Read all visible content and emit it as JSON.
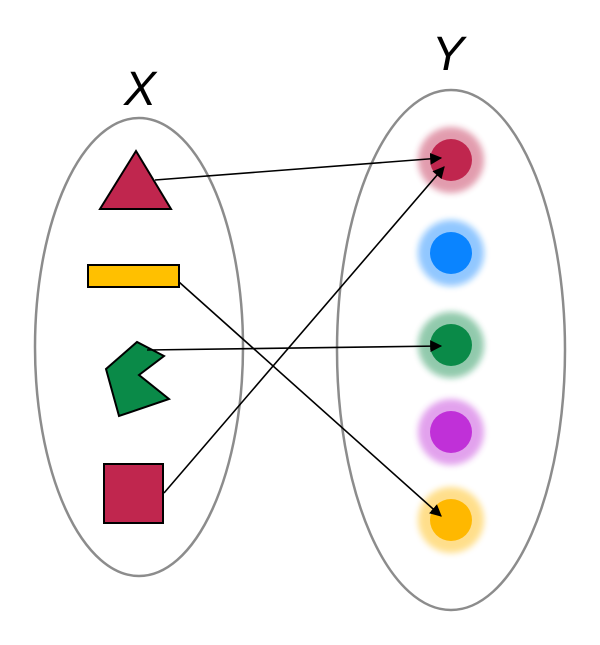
{
  "sets": {
    "domain_label": "X",
    "codomain_label": "Y"
  },
  "colors": {
    "crimson": "#c0264e",
    "yellow": "#ffc000",
    "green": "#0a8a48",
    "blue": "#0a84ff",
    "purple": "#c030d8",
    "gold": "#ffb800",
    "outline": "#8c8c8c",
    "arrow": "#000000"
  },
  "domain": [
    {
      "id": "triangle",
      "shape": "triangle",
      "color": "crimson"
    },
    {
      "id": "rectangle",
      "shape": "rectangle",
      "color": "yellow"
    },
    {
      "id": "pacman",
      "shape": "pacman-polygon",
      "color": "green"
    },
    {
      "id": "square",
      "shape": "square",
      "color": "crimson"
    }
  ],
  "codomain": [
    {
      "id": "crimson-dot",
      "color": "crimson"
    },
    {
      "id": "blue-dot",
      "color": "blue"
    },
    {
      "id": "green-dot",
      "color": "green"
    },
    {
      "id": "purple-dot",
      "color": "purple"
    },
    {
      "id": "gold-dot",
      "color": "gold"
    }
  ],
  "mapping": [
    {
      "from": "triangle",
      "to": "crimson-dot"
    },
    {
      "from": "rectangle",
      "to": "gold-dot"
    },
    {
      "from": "pacman",
      "to": "green-dot"
    },
    {
      "from": "square",
      "to": "crimson-dot"
    }
  ]
}
